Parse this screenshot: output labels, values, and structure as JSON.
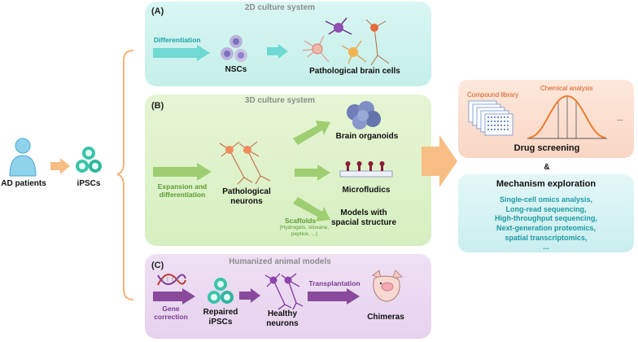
{
  "left": {
    "patients_label": "AD patients",
    "ipscs_label": "iPSCs"
  },
  "panel_a": {
    "letter": "(A)",
    "title": "2D culture system",
    "differentiation": "Differentiation",
    "nscs": "NSCs",
    "brain_cells": "Pathological  brain cells"
  },
  "panel_b": {
    "letter": "(B)",
    "title": "3D culture system",
    "expansion": "Expansion and differentiation",
    "neurons": "Pathological neurons",
    "organoids": "Brain organoids",
    "microfluidics": "Microfludics",
    "scaffolds": "Scaffolds",
    "scaffold_note": "(Hydrogels, siloxane, peptice, ...)",
    "models": "Models with spacial structure"
  },
  "panel_c": {
    "letter": "(C)",
    "title": "Humanized animal models",
    "gene_correction": "Gene correction",
    "repaired": "Repaired iPSCs",
    "healthy": "Healthy neurons",
    "transplantation": "Transplantation",
    "chimeras": "Chimeras"
  },
  "right": {
    "compound_library": "Compound library",
    "chemical_analysis": "Chemical analysis",
    "ellipsis": "...",
    "drug_screening": "Drug screening",
    "ampersand": "&",
    "mechanism_title": "Mechanism exploration",
    "methods": [
      "Single-cell omics analysis,",
      "Long-read sequencing,",
      "High-throughput sequencing,",
      "Next-generation proteomics,",
      "spatial transcriptomics,",
      "..."
    ]
  },
  "colors": {
    "teal_arrow": "#6fd9d4",
    "green_arrow": "#9fce72",
    "purple_arrow": "#8a4a9c",
    "orange_arrow": "#f8bd83",
    "brace": "#f3b47a",
    "cell_teal": "#39c4a8"
  }
}
